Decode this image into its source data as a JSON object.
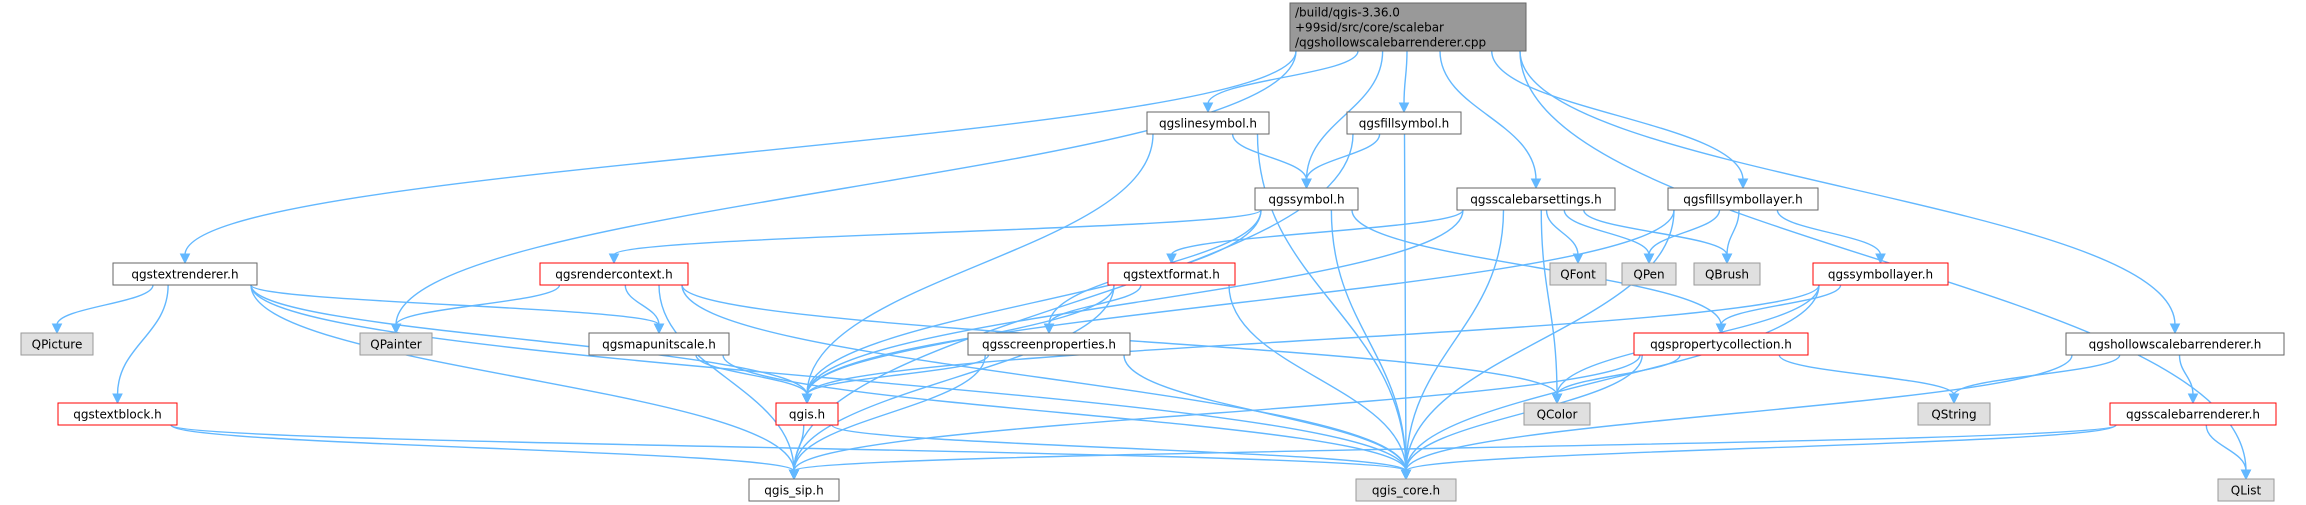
{
  "colors": {
    "edge": "#63b8ff",
    "root_fill": "#999999",
    "root_border": "#666666",
    "normal_fill": "#ffffff",
    "normal_border": "#666666",
    "truncated_border": "#ff0000",
    "external_fill": "#e0e0e0",
    "external_border": "#999999"
  },
  "nodes": [
    {
      "id": "root",
      "kind": "root",
      "lines": [
        "/build/qgis-3.36.0",
        "+99sid/src/core/scalebar",
        "/qgshollowscalebarrenderer.cpp"
      ]
    },
    {
      "id": "qgslinesymbol",
      "kind": "normal",
      "lines": [
        "qgslinesymbol.h"
      ]
    },
    {
      "id": "qgsfillsymbol",
      "kind": "normal",
      "lines": [
        "qgsfillsymbol.h"
      ]
    },
    {
      "id": "qgssymbol",
      "kind": "normal",
      "lines": [
        "qgssymbol.h"
      ]
    },
    {
      "id": "qgsscalebarsettings",
      "kind": "normal",
      "lines": [
        "qgsscalebarsettings.h"
      ]
    },
    {
      "id": "qgsfillsymbollayer",
      "kind": "normal",
      "lines": [
        "qgsfillsymbollayer.h"
      ]
    },
    {
      "id": "qgstextrenderer",
      "kind": "normal",
      "lines": [
        "qgstextrenderer.h"
      ]
    },
    {
      "id": "qgsrendercontext",
      "kind": "truncated",
      "lines": [
        "qgsrendercontext.h"
      ]
    },
    {
      "id": "qgstextformat",
      "kind": "truncated",
      "lines": [
        "qgstextformat.h"
      ]
    },
    {
      "id": "QFont",
      "kind": "external",
      "lines": [
        "QFont"
      ]
    },
    {
      "id": "QPen",
      "kind": "external",
      "lines": [
        "QPen"
      ]
    },
    {
      "id": "QBrush",
      "kind": "external",
      "lines": [
        "QBrush"
      ]
    },
    {
      "id": "qgssymbollayer",
      "kind": "truncated",
      "lines": [
        "qgssymbollayer.h"
      ]
    },
    {
      "id": "QPicture",
      "kind": "external",
      "lines": [
        "QPicture"
      ]
    },
    {
      "id": "QPainter",
      "kind": "external",
      "lines": [
        "QPainter"
      ]
    },
    {
      "id": "qgsmapunitscale",
      "kind": "normal",
      "lines": [
        "qgsmapunitscale.h"
      ]
    },
    {
      "id": "qgsscreenproperties",
      "kind": "normal",
      "lines": [
        "qgsscreenproperties.h"
      ]
    },
    {
      "id": "qgspropertycollection",
      "kind": "truncated",
      "lines": [
        "qgspropertycollection.h"
      ]
    },
    {
      "id": "qgshollowscalebarrenderer",
      "kind": "normal",
      "lines": [
        "qgshollowscalebarrenderer.h"
      ]
    },
    {
      "id": "qgstextblock",
      "kind": "truncated",
      "lines": [
        "qgstextblock.h"
      ]
    },
    {
      "id": "qgis",
      "kind": "truncated",
      "lines": [
        "qgis.h"
      ]
    },
    {
      "id": "QColor",
      "kind": "external",
      "lines": [
        "QColor"
      ]
    },
    {
      "id": "QString",
      "kind": "external",
      "lines": [
        "QString"
      ]
    },
    {
      "id": "qgsscalebarrenderer",
      "kind": "truncated",
      "lines": [
        "qgsscalebarrenderer.h"
      ]
    },
    {
      "id": "qgis_sip",
      "kind": "normal",
      "lines": [
        "qgis_sip.h"
      ]
    },
    {
      "id": "qgis_core",
      "kind": "external",
      "lines": [
        "qgis_core.h"
      ]
    },
    {
      "id": "QList",
      "kind": "external",
      "lines": [
        "QList"
      ]
    }
  ],
  "edges": [
    [
      "root",
      "qgslinesymbol"
    ],
    [
      "root",
      "qgsfillsymbol"
    ],
    [
      "root",
      "qgssymbol"
    ],
    [
      "root",
      "qgsscalebarsettings"
    ],
    [
      "root",
      "qgsfillsymbollayer"
    ],
    [
      "root",
      "qgstextrenderer"
    ],
    [
      "root",
      "QPainter"
    ],
    [
      "root",
      "qgshollowscalebarrenderer"
    ],
    [
      "root",
      "QList"
    ],
    [
      "qgslinesymbol",
      "qgssymbol"
    ],
    [
      "qgslinesymbol",
      "qgis"
    ],
    [
      "qgslinesymbol",
      "qgis_core"
    ],
    [
      "qgsfillsymbol",
      "qgssymbol"
    ],
    [
      "qgsfillsymbol",
      "qgis_sip"
    ],
    [
      "qgsfillsymbol",
      "qgis_core"
    ],
    [
      "qgssymbol",
      "qgsrendercontext"
    ],
    [
      "qgssymbol",
      "qgsscreenproperties"
    ],
    [
      "qgssymbol",
      "qgis"
    ],
    [
      "qgssymbol",
      "qgspropertycollection"
    ],
    [
      "qgssymbol",
      "qgis_core"
    ],
    [
      "qgsscalebarsettings",
      "qgstextformat"
    ],
    [
      "qgsscalebarsettings",
      "QFont"
    ],
    [
      "qgsscalebarsettings",
      "QPen"
    ],
    [
      "qgsscalebarsettings",
      "QBrush"
    ],
    [
      "qgsscalebarsettings",
      "QColor"
    ],
    [
      "qgsscalebarsettings",
      "qgis"
    ],
    [
      "qgsscalebarsettings",
      "qgis_core"
    ],
    [
      "qgsfillsymbollayer",
      "QPen"
    ],
    [
      "qgsfillsymbollayer",
      "QBrush"
    ],
    [
      "qgsfillsymbollayer",
      "qgssymbollayer"
    ],
    [
      "qgsfillsymbollayer",
      "qgis"
    ],
    [
      "qgsfillsymbollayer",
      "qgis_core"
    ],
    [
      "qgstextrenderer",
      "QPicture"
    ],
    [
      "qgstextrenderer",
      "qgstextblock"
    ],
    [
      "qgstextrenderer",
      "qgsmapunitscale"
    ],
    [
      "qgstextrenderer",
      "qgis"
    ],
    [
      "qgstextrenderer",
      "qgis_sip"
    ],
    [
      "qgstextrenderer",
      "qgis_core"
    ],
    [
      "qgsrendercontext",
      "QPainter"
    ],
    [
      "qgsrendercontext",
      "qgsmapunitscale"
    ],
    [
      "qgsrendercontext",
      "QColor"
    ],
    [
      "qgsrendercontext",
      "qgis_sip"
    ],
    [
      "qgsrendercontext",
      "qgis_core"
    ],
    [
      "qgstextformat",
      "qgsscreenproperties"
    ],
    [
      "qgstextformat",
      "qgis"
    ],
    [
      "qgstextformat",
      "qgis_sip"
    ],
    [
      "qgstextformat",
      "qgis_core"
    ],
    [
      "qgssymbollayer",
      "qgspropertycollection"
    ],
    [
      "qgssymbollayer",
      "QColor"
    ],
    [
      "qgssymbollayer",
      "qgis"
    ],
    [
      "qgssymbollayer",
      "qgis_core"
    ],
    [
      "qgsmapunitscale",
      "qgis"
    ],
    [
      "qgsmapunitscale",
      "qgis_core"
    ],
    [
      "qgsscreenproperties",
      "qgis"
    ],
    [
      "qgsscreenproperties",
      "qgis_sip"
    ],
    [
      "qgsscreenproperties",
      "qgis_core"
    ],
    [
      "qgspropertycollection",
      "QColor"
    ],
    [
      "qgspropertycollection",
      "QString"
    ],
    [
      "qgspropertycollection",
      "qgis_sip"
    ],
    [
      "qgspropertycollection",
      "qgis_core"
    ],
    [
      "qgshollowscalebarrenderer",
      "QString"
    ],
    [
      "qgshollowscalebarrenderer",
      "qgsscalebarrenderer"
    ],
    [
      "qgshollowscalebarrenderer",
      "qgis_core"
    ],
    [
      "qgstextblock",
      "qgis_sip"
    ],
    [
      "qgstextblock",
      "qgis_core"
    ],
    [
      "qgis",
      "qgis_sip"
    ],
    [
      "qgis",
      "qgis_core"
    ],
    [
      "qgsscalebarrenderer",
      "QList"
    ],
    [
      "qgsscalebarrenderer",
      "qgis_sip"
    ],
    [
      "qgsscalebarrenderer",
      "qgis_core"
    ]
  ]
}
